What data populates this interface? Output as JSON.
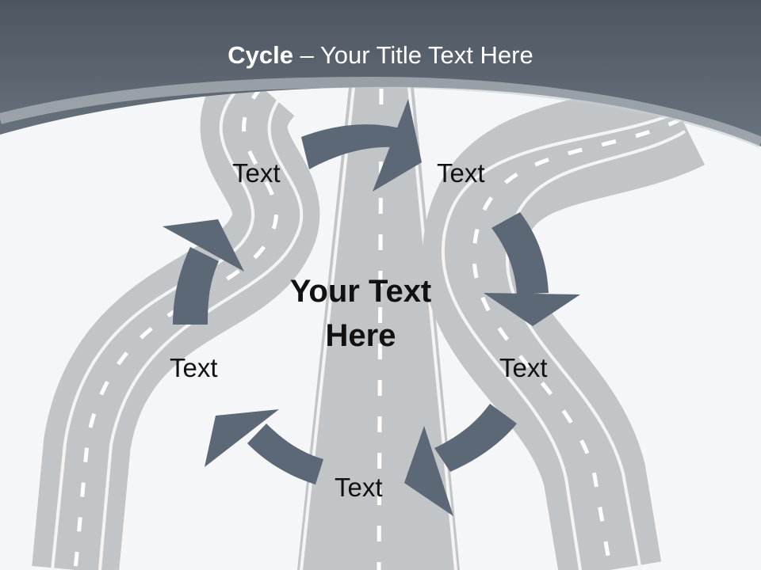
{
  "title": {
    "bold": "Cycle",
    "rest": " – Your Title Text Here"
  },
  "center": {
    "line1": "Your Text",
    "line2": "Here"
  },
  "cycle_labels": [
    "Text",
    "Text",
    "Text",
    "Text",
    "Text"
  ],
  "colors": {
    "header": "#5b6570",
    "arrow": "#5c6875",
    "road": "#c6c9cc",
    "background": "#f5f6f7"
  }
}
